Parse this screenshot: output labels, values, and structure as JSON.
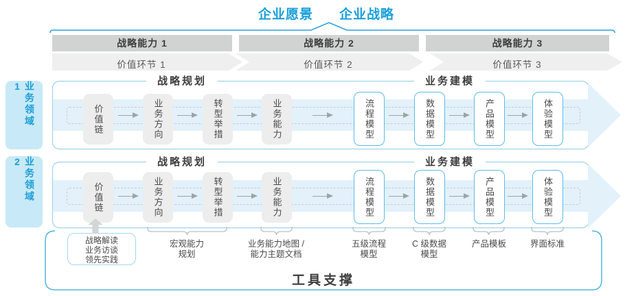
{
  "header": {
    "vision": "企业愿景",
    "strategy": "企业战略"
  },
  "strategic_capabilities": [
    "战略能力 1",
    "战略能力 2",
    "战略能力 3"
  ],
  "value_links": [
    "价值环节 1",
    "价值环节 2",
    "价值环节 3"
  ],
  "business_domains": [
    "业务领域 1",
    "业务领域 2"
  ],
  "rows": [
    {
      "planning_header": "战略规划",
      "modeling_header": "业务建模",
      "boxes": [
        {
          "label": "价值链",
          "style": "gray"
        },
        {
          "label": "业务方向",
          "style": "gray"
        },
        {
          "label": "转型举措",
          "style": "gray"
        },
        {
          "label": "业务能力",
          "style": "gray"
        },
        {
          "label": "流程模型",
          "style": "blue"
        },
        {
          "label": "数据模型",
          "style": "blue"
        },
        {
          "label": "产品模型",
          "style": "blue"
        },
        {
          "label": "体验模型",
          "style": "blue"
        }
      ]
    },
    {
      "planning_header": "战略规划",
      "modeling_header": "业务建模",
      "boxes": [
        {
          "label": "价值链",
          "style": "gray"
        },
        {
          "label": "业务方向",
          "style": "gray"
        },
        {
          "label": "转型举措",
          "style": "gray"
        },
        {
          "label": "业务能力",
          "style": "gray"
        },
        {
          "label": "流程模型",
          "style": "blue"
        },
        {
          "label": "数据模型",
          "style": "blue"
        },
        {
          "label": "产品模型",
          "style": "blue"
        },
        {
          "label": "体验模型",
          "style": "blue"
        }
      ]
    }
  ],
  "annotations": {
    "interview_box": {
      "line1": "战略解读",
      "line2": "业务访谈",
      "line3": "领先实践"
    },
    "items": [
      {
        "line1": "宏观能力",
        "line2": "规划"
      },
      {
        "line1": "业务能力地图 /",
        "line2": "能力主题文档"
      },
      {
        "line1": "五级流程",
        "line2": "模型"
      },
      {
        "line1": "C 级数据",
        "line2": "模型"
      },
      {
        "line1": "产品模板",
        "line2": ""
      },
      {
        "line1": "界面标准",
        "line2": ""
      }
    ]
  },
  "footer": {
    "tool_support": "工具支撑"
  },
  "colors": {
    "accent_blue": "#18A0DA",
    "line_blue": "#2AA4DC",
    "panel_border": "#9FD2EA",
    "band_fill": "#E2F1FA",
    "domain_fill": "#C8E9F7",
    "capbar_fill": "#D1D2D2",
    "chevron_fill": "#EFEFEF",
    "box_gray": "#EDEDEE",
    "box_blue_border": "#5ABCE8",
    "dark_text": "#3E3E3E"
  }
}
